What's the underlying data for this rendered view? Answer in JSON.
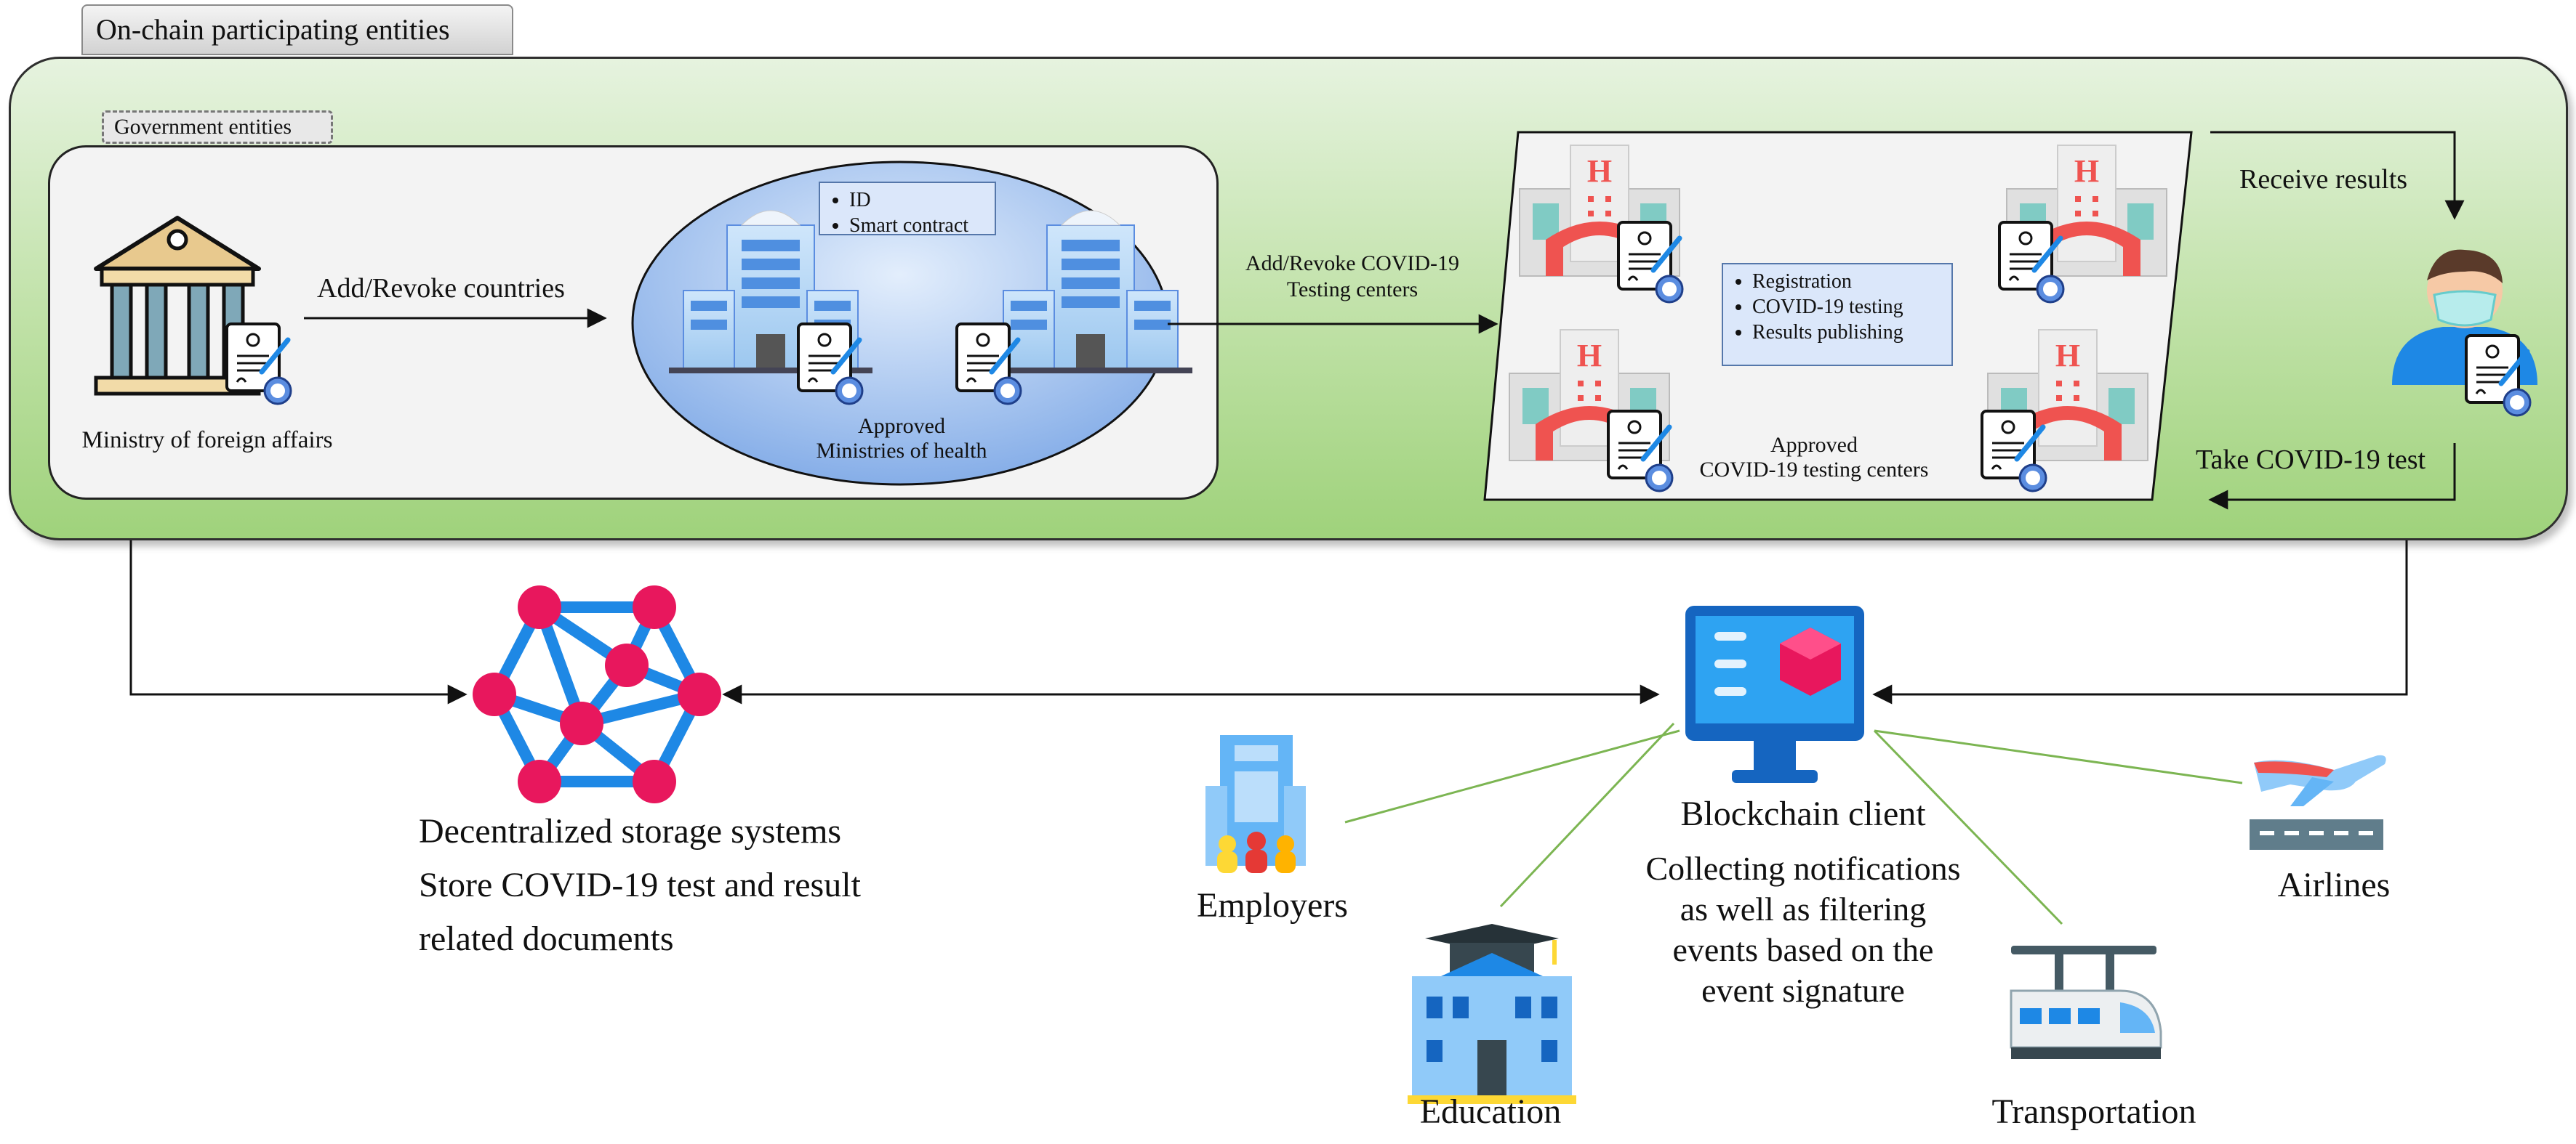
{
  "header": {
    "title": "On-chain participating entities"
  },
  "government": {
    "tag": "Government entities",
    "ministry_label": "Ministry of foreign affairs",
    "add_revoke_countries": "Add/Revoke countries",
    "note_items": [
      "ID",
      "Smart contract"
    ],
    "approved_line1": "Approved",
    "approved_line2": "Ministries of health"
  },
  "testing": {
    "add_revoke_line1": "Add/Revoke COVID-19",
    "add_revoke_line2": "Testing centers",
    "note_items": [
      "Registration",
      "COVID-19 testing",
      "Results publishing"
    ],
    "approved_line1": "Approved",
    "approved_line2": "COVID-19 testing centers"
  },
  "patient": {
    "receive_results": "Receive results",
    "take_test": "Take COVID-19 test"
  },
  "storage": {
    "line1": "Decentralized storage systems",
    "line2": "Store COVID-19 test and result",
    "line3": "related documents"
  },
  "client": {
    "title": "Blockchain client",
    "desc1": "Collecting notifications",
    "desc2": "as well as filtering",
    "desc3": "events based on the",
    "desc4": "event signature"
  },
  "consumers": {
    "employers": "Employers",
    "education": "Education",
    "transportation": "Transportation",
    "airlines": "Airlines"
  },
  "colors": {
    "panel_green": "#a8d88a",
    "node_pink": "#e8175d",
    "edge_blue": "#1e88e5",
    "monitor_blue": "#1565c0",
    "hospital_red": "#ef5350",
    "connector_green": "#7cb552"
  }
}
